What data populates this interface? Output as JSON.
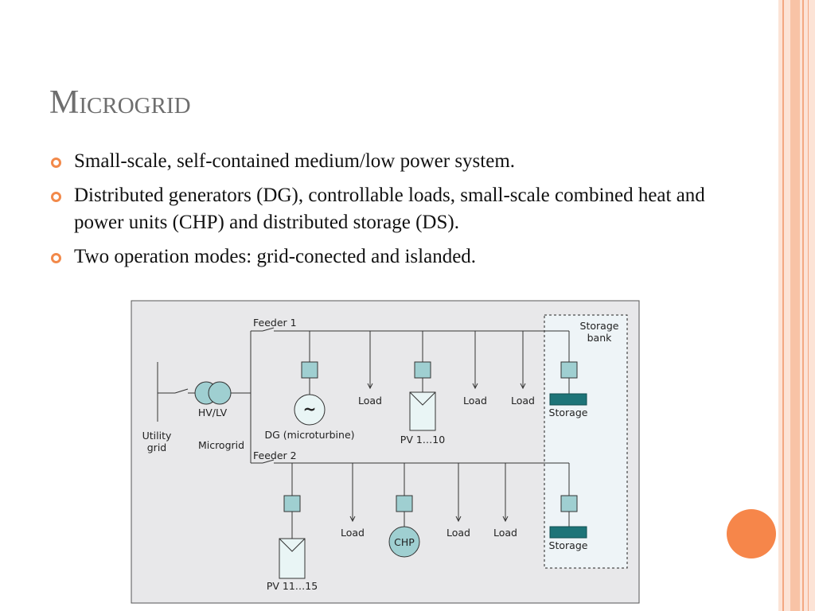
{
  "colors": {
    "title": "#6e6e6e",
    "bullet": "#f2894a",
    "accent_circle": "#f6864a",
    "stripe_peach": "#fbd7c5",
    "stripe_line": "#f3a882",
    "diagram_bg": "#e8e8ea",
    "component_fill": "#9fcfd1",
    "storage_fill": "#1d7478"
  },
  "slide": {
    "title": "Microgrid",
    "bullets": [
      "Small-scale, self-contained medium/low power system.",
      "Distributed generators (DG), controllable loads, small-scale combined heat and power units (CHP) and distributed storage (DS).",
      "Two operation modes: grid-conected and islanded."
    ]
  },
  "diagram": {
    "feeder1": "Feeder 1",
    "feeder2": "Feeder 2",
    "storage_bank": [
      "Storage",
      "bank"
    ],
    "utility_grid": [
      "Utility",
      "grid"
    ],
    "transformer": "HV/LV",
    "microgrid": "Microgrid",
    "dg_symbol": "~",
    "dg_label": "DG (microturbine)",
    "load": "Load",
    "pv1": "PV 1…10",
    "pv2": "PV 11…15",
    "chp": "CHP",
    "storage": "Storage"
  }
}
